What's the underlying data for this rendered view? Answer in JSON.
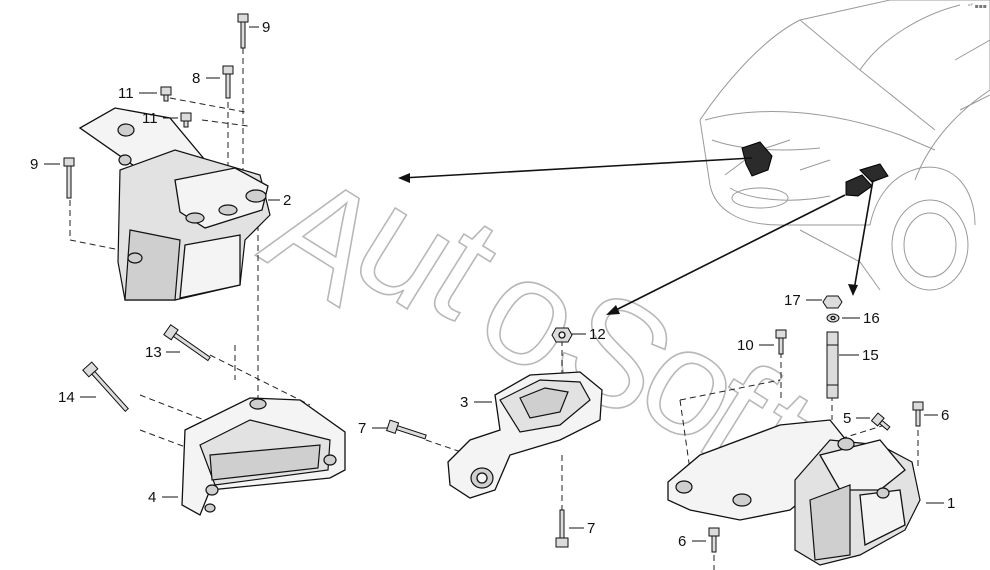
{
  "callouts": {
    "c1": "1",
    "c2": "2",
    "c3": "3",
    "c4": "4",
    "c5": "5",
    "c6a": "6",
    "c6b": "6",
    "c7a": "7",
    "c7b": "7",
    "c8": "8",
    "c9a": "9",
    "c9b": "9",
    "c10": "10",
    "c11a": "11",
    "c11b": "11",
    "c12": "12",
    "c13": "13",
    "c14": "14",
    "c15": "15",
    "c16": "16",
    "c17": "17"
  },
  "watermark": {
    "letters": [
      "A",
      "u",
      "t",
      "o",
      "S",
      "o",
      "f",
      "t"
    ]
  },
  "corner_mark": "ᵒᴾ ▪▪▪"
}
